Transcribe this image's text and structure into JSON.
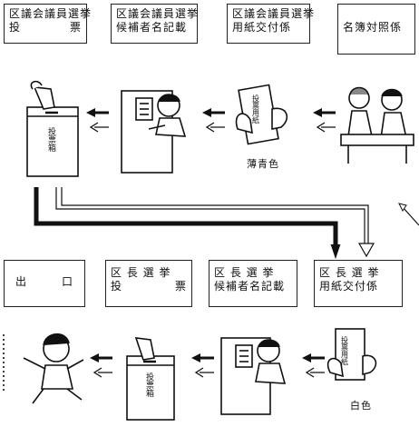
{
  "top_row": {
    "boxes": [
      {
        "line1": "区議会議員選挙",
        "line2a": "投",
        "line2b": "票"
      },
      {
        "line1": "区議会議員選挙",
        "line2": "候補者名記載"
      },
      {
        "line1": "区議会議員選挙",
        "line2": "用紙交付係"
      },
      {
        "line1": "名簿対照係"
      }
    ],
    "ballot_color": "薄青色"
  },
  "bottom_row": {
    "boxes": [
      {
        "line1a": "出",
        "line1b": "口"
      },
      {
        "line1": "区 長 選 挙",
        "line2a": "投",
        "line2b": "票"
      },
      {
        "line1": "区 長 選 挙",
        "line2": "候補者名記載"
      },
      {
        "line1": "区 長 選 挙",
        "line2": "用紙交付係"
      }
    ],
    "ballot_color": "白色"
  },
  "ballot_box_text": "投票箱",
  "ballot_text": "投票用紙"
}
